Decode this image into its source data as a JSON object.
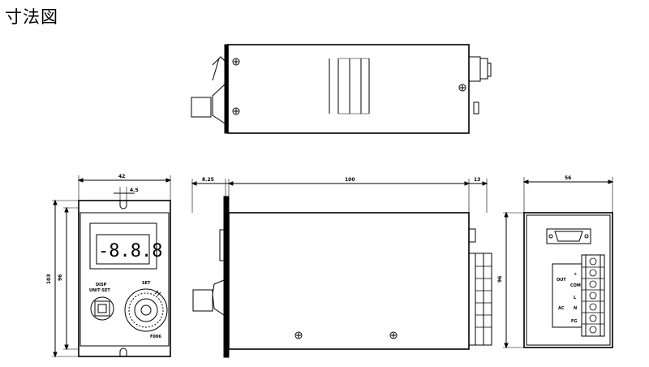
{
  "page": {
    "title": "寸法図"
  },
  "dimensions": {
    "width_front": "42",
    "slot_width": "4.5",
    "height_outer": "103",
    "height_inner": "96",
    "depth_front": "8.25",
    "depth_body": "100",
    "depth_rear": "13",
    "width_rear": "56",
    "height_rear": "96"
  },
  "front_panel": {
    "display_value": "-8.8.8",
    "label_disp": "DISP",
    "label_disp_sub": "UNIT·SET",
    "label_set": "SET",
    "model": "F006"
  },
  "rear_panel": {
    "terminal_labels": [
      "+",
      "OUT",
      "COM",
      "L",
      "AC",
      "N",
      "FG"
    ]
  }
}
